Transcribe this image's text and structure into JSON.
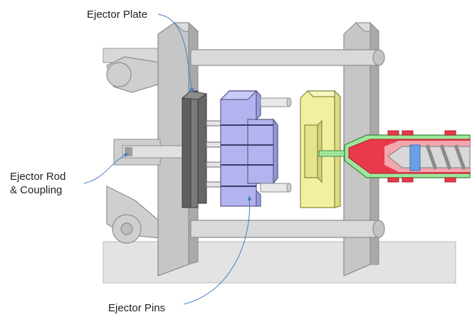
{
  "labels": {
    "ejector_plate": "Ejector Plate",
    "ejector_rod_line1": "Ejector Rod",
    "ejector_rod_line2": "& Coupling",
    "ejector_pins": "Ejector Pins"
  },
  "colors": {
    "frame": "#c9c9c9",
    "frame_dark": "#a9a9a9",
    "ejector_plate": "#6b6b6b",
    "moving_mold": "#b3b3ef",
    "stationary_mold": "#f0f0a0",
    "nozzle": "#9ee79a",
    "melt": "#e83a4a",
    "screw_flight": "#8a8a8a",
    "leader_line": "#4a7fc1",
    "floor": "#e3e3e3"
  }
}
